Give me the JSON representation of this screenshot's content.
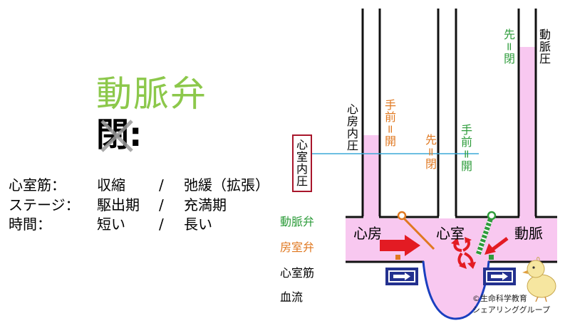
{
  "title": "動脈弁",
  "state": "閉:",
  "rows": [
    {
      "label": "心室筋：",
      "a": "収縮",
      "sep": "/",
      "b": "弛緩（拡張）"
    },
    {
      "label": "ステージ：",
      "a": "駆出期",
      "sep": "/",
      "b": "充満期"
    },
    {
      "label": "時間：",
      "a": "短い",
      "sep": "/",
      "b": "長い"
    }
  ],
  "legend": {
    "aortic_valve": "動脈弁",
    "av_valve": "房室弁",
    "ventricle_muscle": "心室筋",
    "blood_flow": "血流"
  },
  "pressure_labels": {
    "atrial": "心房内圧",
    "ventricular": "心室内圧",
    "arterial": "動脈圧"
  },
  "valve_notes": {
    "av_front_open": "手前=開",
    "av_far_close": "先=閉",
    "aortic_front_open": "手前=開",
    "aortic_far_close": "先=閉"
  },
  "chambers": {
    "atrium": "心房",
    "ventricle": "心室",
    "artery": "動脈"
  },
  "credit": {
    "line1": "©生命科学教育",
    "line2": "シェアリンググループ"
  },
  "colors": {
    "title_green": "#8cc84b",
    "aortic_green": "#2e9c3b",
    "av_orange": "#e07820",
    "pink": "#f8c8f0",
    "blood_red": "#e31b23",
    "flow_blue": "#23318f",
    "ventricle_wall_blue": "#1a3fbf",
    "pressure_line": "#3ca9d8",
    "frame_red": "#a8162b"
  }
}
